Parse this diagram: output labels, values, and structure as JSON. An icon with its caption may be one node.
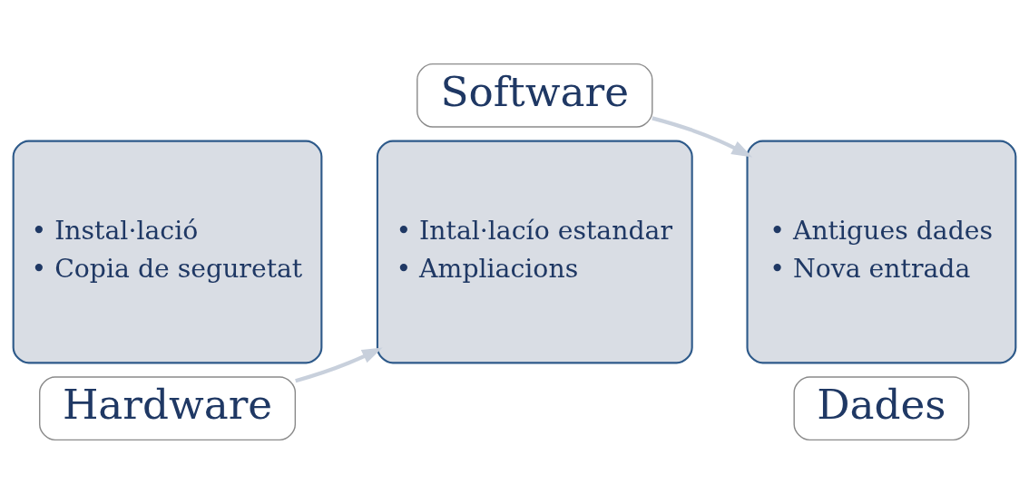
{
  "diagram": {
    "nodes": [
      {
        "text": [
          "• Instal·lació",
          "• Copia de seguretat"
        ]
      },
      {
        "text": [
          "Hardware"
        ]
      },
      {
        "text": [
          "• Intal·lacío estandar",
          "• Ampliacions"
        ]
      },
      {
        "text": [
          "Software"
        ]
      },
      {
        "text": [
          "• Antigues dades",
          "• Nova entrada"
        ]
      },
      {
        "text": [
          "Dades"
        ]
      }
    ],
    "edges": [
      {
        "from": 1,
        "to": 2,
        "arrow": "to"
      },
      {
        "from": 3,
        "to": 4,
        "arrow": "to"
      }
    ]
  }
}
